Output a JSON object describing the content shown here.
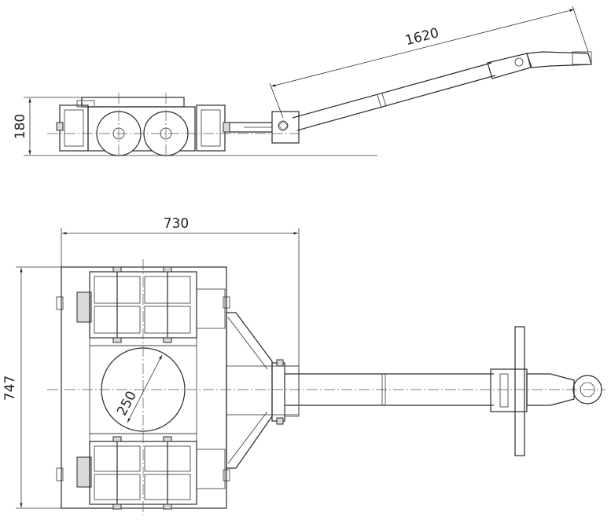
{
  "dimensions": {
    "handle_length": "1620",
    "height": "180",
    "width": "730",
    "depth": "747",
    "turntable_diameter": "250"
  },
  "colors": {
    "line": "#2a2a2a",
    "fill": "#d9d9d9"
  }
}
